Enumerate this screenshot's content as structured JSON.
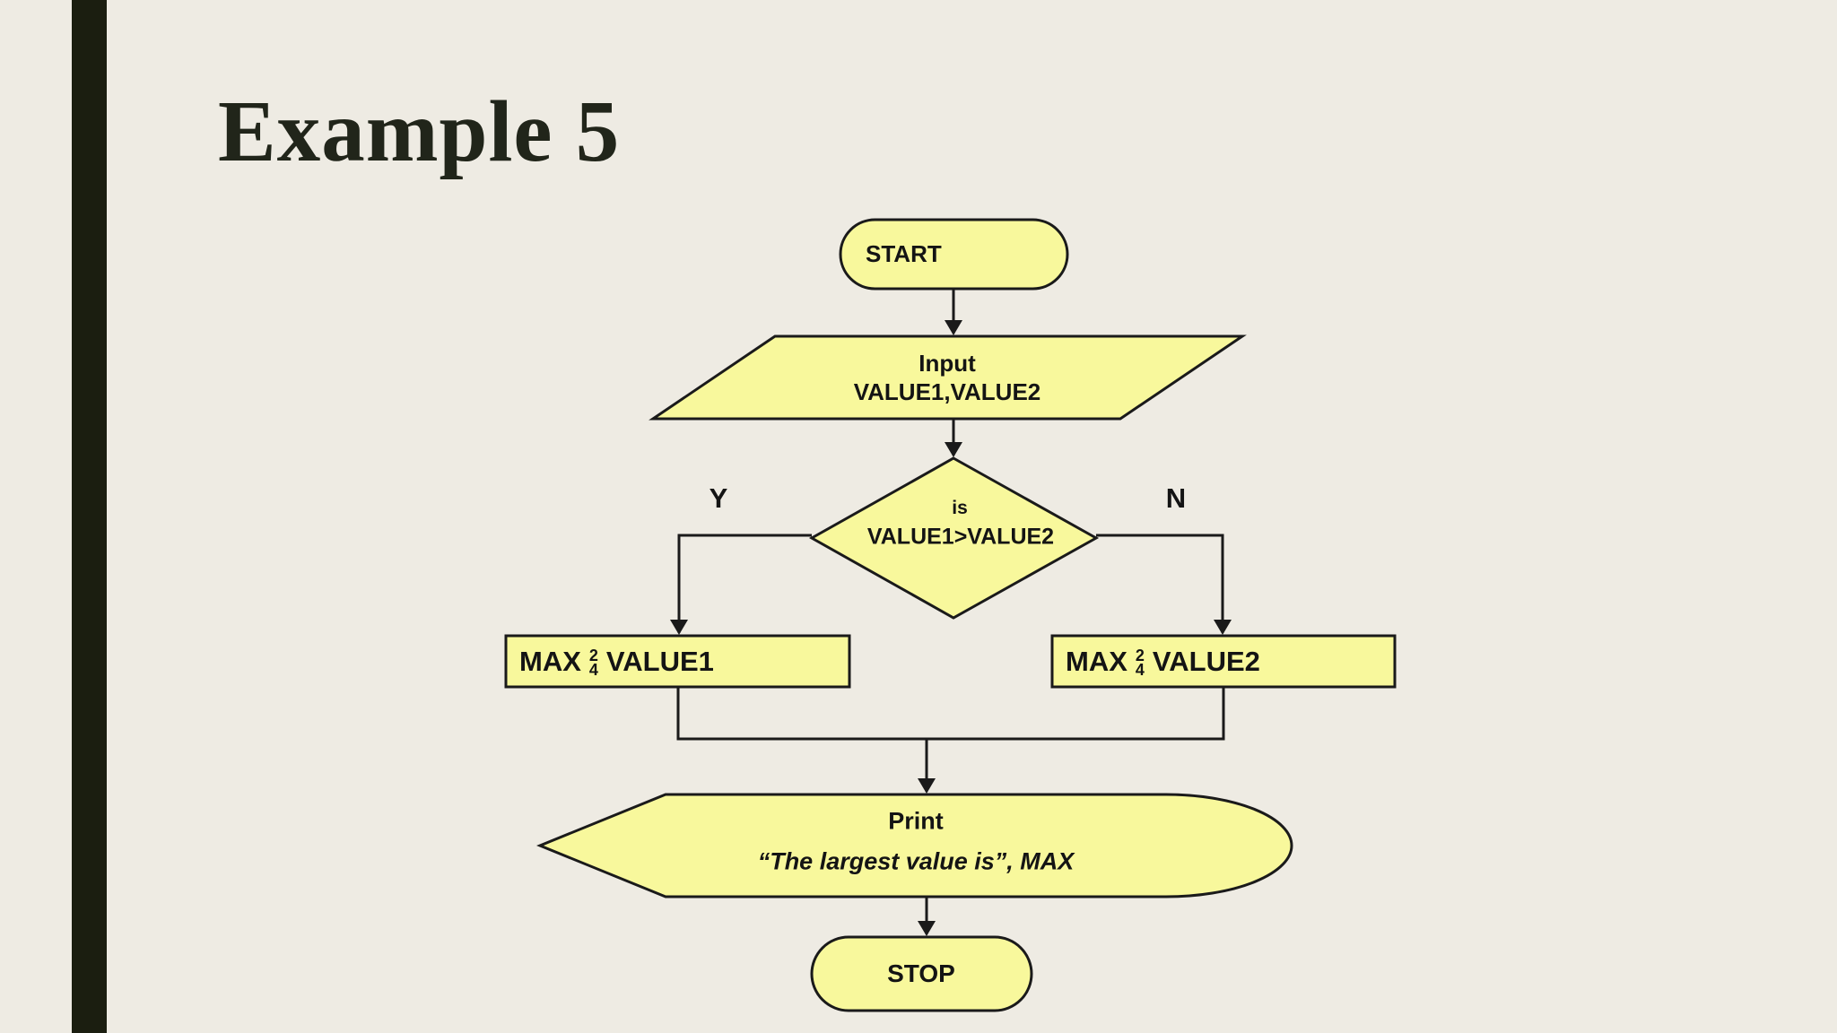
{
  "page": {
    "title": "Example 5"
  },
  "theme": {
    "background": "#EEEBE3",
    "accent_bar": "#1B1E10",
    "title_color": "#21251A",
    "shape_fill": "#F8F89C",
    "shape_stroke": "#1A1A1A",
    "text_color": "#141414"
  },
  "flowchart": {
    "start": {
      "label": "START"
    },
    "input": {
      "line1": "Input",
      "line2": "VALUE1,VALUE2"
    },
    "decision": {
      "line1": "is",
      "line2": "VALUE1>VALUE2"
    },
    "branches": {
      "yes": "Y",
      "no": "N"
    },
    "assign_left": {
      "pre": "MAX",
      "glyph_top": "2",
      "glyph_bottom": "4",
      "post": "VALUE1"
    },
    "assign_right": {
      "pre": "MAX",
      "glyph_top": "2",
      "glyph_bottom": "4",
      "post": "VALUE2"
    },
    "print": {
      "line1": "Print",
      "line2": "“The largest value is”, MAX"
    },
    "stop": {
      "label": "STOP"
    }
  }
}
